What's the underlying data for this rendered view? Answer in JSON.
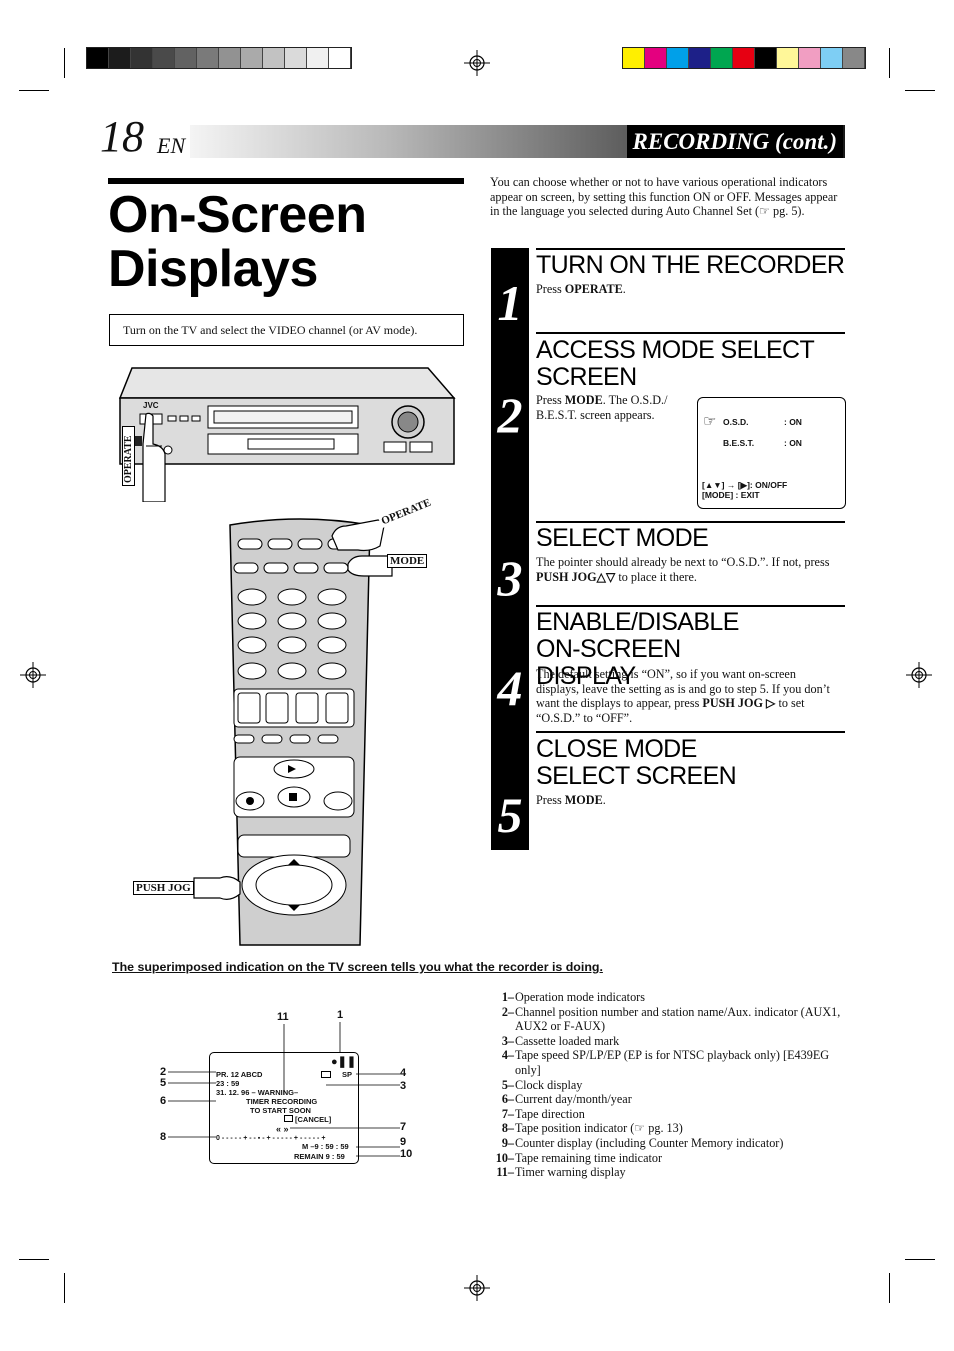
{
  "header": {
    "page_number": "18",
    "language": "EN",
    "section": "RECORDING (cont.)"
  },
  "title": {
    "line1": "On-Screen",
    "line2": "Displays"
  },
  "tv_instruction": "Turn on the TV and select the VIDEO channel (or AV mode).",
  "intro": "You can choose whether or not to have various operational indicators appear on screen, by setting this function ON or OFF. Messages appear in the language you selected during Auto Channel Set (☞ pg. 5).",
  "steps": [
    {
      "number": "1",
      "heading": "TURN ON THE RECORDER",
      "pre": "Press ",
      "bold": "OPERATE",
      "post": "."
    },
    {
      "number": "2",
      "heading": "ACCESS MODE SELECT SCREEN",
      "pre": "Press ",
      "bold": "MODE",
      "post": ". The O.S.D./ B.E.S.T. screen appears."
    },
    {
      "number": "3",
      "heading": "SELECT MODE",
      "pre": "The pointer should already be next to “O.S.D.”. If not, press ",
      "bold": "PUSH JOG△▽",
      "post": " to place it there."
    },
    {
      "number": "4",
      "heading": "ENABLE/DISABLE ON-SCREEN DISPLAY",
      "pre": "The default setting is “ON”, so if you want on-screen displays, leave the setting as is and go to step 5. If you don’t want the displays to appear, press ",
      "bold": "PUSH JOG ▷",
      "post": " to set “O.S.D.” to “OFF”."
    },
    {
      "number": "5",
      "heading": "CLOSE MODE SELECT SCREEN",
      "pre": "Press ",
      "bold": "MODE",
      "post": "."
    }
  ],
  "osd_screen": {
    "pointer": "☞",
    "row1_label": "O.S.D.",
    "row1_value": ":  ON",
    "row2_label": "B.E.S.T.",
    "row2_value": ":  ON",
    "help1": "[▲▼]  → [▶]: ON/OFF",
    "help2": "[MODE]  : EXIT"
  },
  "labels": {
    "jvc": "JVC",
    "operate_vcr": "OPERATE",
    "operate_remote": "OPERATE",
    "mode": "MODE",
    "push_jog": "PUSH JOG"
  },
  "superimposed_caption": "The superimposed indication on the TV screen tells you what the recorder is doing.",
  "tv_screen": {
    "line_pr": "PR.   12 ABCD",
    "line_clock": "23 : 59",
    "line_date": "31.  12. 96 – WARNING–",
    "line_timer1": "TIMER  RECORDING",
    "line_timer2": "TO  START   SOON",
    "line_cancel": "[CANCEL]",
    "sp": "SP",
    "direction": "«  »",
    "scale": "0 - - - - - + - - ▪ - + - - - - - + - - - - - +",
    "counter": "M –9 : 59 : 59",
    "remain": "REMAIN   9 : 59",
    "callouts": [
      "11",
      "1",
      "2",
      "5",
      "6",
      "8",
      "4",
      "3",
      "7",
      "9",
      "10"
    ]
  },
  "legend": [
    {
      "num": "1–",
      "text": "Operation mode indicators"
    },
    {
      "num": "2–",
      "text": "Channel position number and station name/Aux. indicator (AUX1, AUX2 or F-AUX)"
    },
    {
      "num": "3–",
      "text": "Cassette loaded mark"
    },
    {
      "num": "4–",
      "text": "Tape speed SP/LP/EP (EP is for NTSC playback only) [E439EG only]"
    },
    {
      "num": "5–",
      "text": "Clock display"
    },
    {
      "num": "6–",
      "text": "Current day/month/year"
    },
    {
      "num": "7–",
      "text": "Tape direction"
    },
    {
      "num": "8–",
      "text": "Tape position indicator (☞ pg. 13)"
    },
    {
      "num": "9–",
      "text": "Counter display (including Counter Memory indicator)"
    },
    {
      "num": "10–",
      "text": "Tape remaining time indicator"
    },
    {
      "num": "11–",
      "text": "Timer warning display"
    }
  ],
  "colors": {
    "gray_scale": [
      "#000000",
      "#1c1c1c",
      "#333333",
      "#4a4a4a",
      "#626262",
      "#7a7a7a",
      "#929292",
      "#aaaaaa",
      "#c2c2c2",
      "#dadada",
      "#f0f0f0",
      "#ffffff"
    ],
    "color_scale": [
      "#ffef00",
      "#e4007f",
      "#00a0e9",
      "#1d2088",
      "#00a650",
      "#e60012",
      "#000000",
      "#fff799",
      "#f19ec2",
      "#7ecef4",
      "#888888"
    ]
  }
}
